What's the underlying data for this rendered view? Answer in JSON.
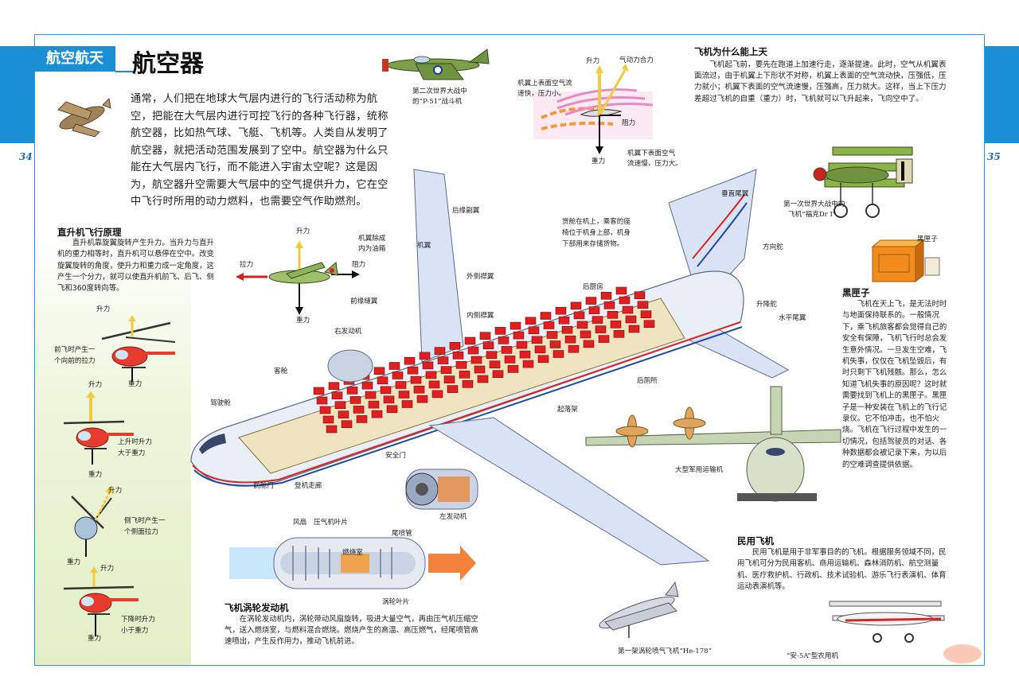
{
  "header": {
    "category": "航空航天",
    "title": "航空器",
    "page_left": "34",
    "page_right": "35"
  },
  "intro": "通常，人们把在地球大气层内进行的飞行活动称为航空，把能在大气层内进行可控飞行的各种飞行器，统称航空器，比如热气球、飞艇、飞机等。人类自从发明了航空器，就把活动范围发展到了空中。航空器为什么只能在大气层内飞行，而不能进入宇宙太空呢？这是因为，航空器升空需要大气层中的空气提供升力，它在空中飞行时所用的动力燃料，也需要空气作助燃剂。",
  "p51_caption": [
    "第二次世界大战中",
    "的“P-51”战斗机"
  ],
  "lift_diagram": {
    "lift": "升力",
    "aero": "气动力合力",
    "upper": [
      "机翼上表面空气流",
      "速快，压力小。"
    ],
    "lower": [
      "机翼下表面空气",
      "流速慢，压力大。"
    ],
    "gravity": "重力",
    "drag": "阻力"
  },
  "why_fly": {
    "heading": "飞机为什么能上天",
    "text": "飞机起飞前，要先在跑道上加速行走，逐渐提速。此时，空气从机翼表面流过，由于机翼上下形状不对称，机翼上表面的空气流动快，压强低，压力就小；机翼下表面的空气流速慢，压强高，压力就大。这样，当上下压力差超过飞机的自重（重力）时，飞机就可以飞升起来，飞向空中了。"
  },
  "drl_caption": [
    "第一次世界大战中的",
    "飞机“福克Dr I”"
  ],
  "helicopter": {
    "heading": "直升机飞行原理",
    "text": "直升机靠旋翼旋转产生升力。当升力与直升机的重力相等时，直升机可以悬停在空中。改变旋翼旋转的角度，使升力和重力成一定角度，这产生一个分力，就可以使直升机前飞、后飞、侧飞和360度转向等。",
    "forward": [
      "前飞时产生一",
      "个向前的拉力"
    ],
    "up": [
      "上升时升力",
      "大于重力"
    ],
    "side": [
      "侧飞时产生一",
      "个侧面拉力"
    ],
    "down": [
      "下降时升力",
      "小于重力"
    ],
    "lift": "升力",
    "gravity": "重力"
  },
  "forces": {
    "lift": "升力",
    "thrust": "拉力",
    "drag": "阻力",
    "gravity": "重力"
  },
  "airliner_labels": {
    "fuel": [
      "机翼除成",
      "内为油箱"
    ],
    "leading_edge": "前缘缝翼",
    "flap1": "后缘副翼",
    "flap2": "外侧襟翼",
    "flap3": "内侧襟翼",
    "engine_r": "右发动机",
    "cockpit": "驾驶舱",
    "front_door": "前舱门",
    "boarding": "登机走廊",
    "middle": "客舱",
    "safety": "安全门",
    "gear": "起落架",
    "galley": "后厨房",
    "lavatory": "后厕所",
    "cargo": [
      "货舱在机上，乘客的座",
      "椅位于机身上部，机身",
      "下部用来存储货物。"
    ],
    "v_tail": "垂直尾翼",
    "rudder": "方向舵",
    "elevator": "升降舵",
    "h_tail": "水平尾翼",
    "engine_l": "左发动机",
    "wing_text": "机翼"
  },
  "blackbox": {
    "label": "黑匣子",
    "heading": "黑匣子",
    "text": "飞机在天上飞，是无法时时与地面保持联系的。一般情况下，乘飞机旅客都会觉得自己的安全有保障，飞机飞行时总会发生意外情况。一旦发生空难，飞机失事，仅仅在飞机坠毁后，有时只剩下飞机残骸。那么，怎么知道飞机失事的原因呢？这时就需要找到飞机上的黑匣子。黑匣子是一种安装在飞机上的飞行记录仪。它不怕冲击，也不怕火烧。飞机在飞行过程中发生的一切情况，包括驾驶员的对话、各种数据都会被记录下来，为以后的空难调查提供依据。"
  },
  "cargo_caption": "大型军用运输机",
  "turbine": {
    "heading": "飞机涡轮发动机",
    "text": "在涡轮发动机内，涡轮带动风扇旋转，吸进大量空气，再由压气机压缩空气，送入燃烧室，与燃料混合燃烧。燃烧产生的高温、高压燃气，经尾喷管高速喷出，产生反作用力，推动飞机前进。",
    "fan": "风扇",
    "compressor": "压气机叶片",
    "combustion": "燃烧室",
    "tail": "尾喷管",
    "turbine_blade": "涡轮叶片"
  },
  "he178_caption": "第一架涡轮喷气飞机“He-178”",
  "civil": {
    "heading": "民用飞机",
    "text": "民用飞机是用于非军事目的的飞机。根据服务领域不同，民用飞机可分为民用客机、商用运输机、森林消防机、航空测量机、医疗救护机、行政机、技术试验机、游乐飞行表演机、体育运动表演机等。"
  },
  "an2_caption": "“安-5A”型农用机",
  "colors": {
    "accent": "#1a8fd6",
    "seat": "#e02020",
    "fuselage": "#e9eef7",
    "wing": "#d9e3f5"
  }
}
